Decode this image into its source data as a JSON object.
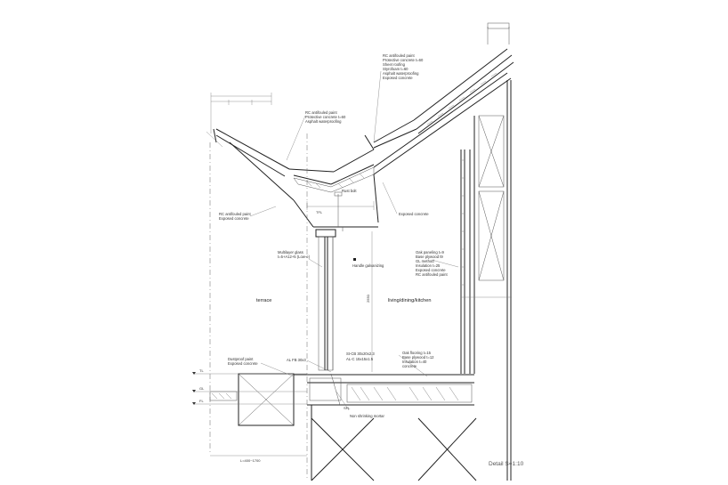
{
  "rooms": {
    "terrace": "terrace",
    "living": "living/dining/kitchen"
  },
  "notes": {
    "roof_top": [
      "RC antifouled paint",
      "Protective concrete t=60",
      "Sheet roofing",
      "Styrofoam t=60",
      "Asphalt waterproofing",
      "Exposed concrete"
    ],
    "roof_left": [
      "RC antifouled paint",
      "Protective concrete t=60",
      "Asphalt waterproofing"
    ],
    "eave_under": [
      "RC antifouled paint",
      "Exposed concrete"
    ],
    "exposed_concrete": "Exposed concrete",
    "rust_bolt": "Rust bolt",
    "glass": [
      "Multilayer glass",
      "t=5+A12+5 (Low-e)"
    ],
    "handle": "Handle galvanizing",
    "wall_right": [
      "Oak paneling t=9",
      "Base plywood t9",
      "GL method",
      "Insulation t=25",
      "Exposed concrete",
      "RC antifouled paint"
    ],
    "sill": [
      "St-CB 30x20x2.3",
      "AL-C 15x15x1.5"
    ],
    "floor_right": [
      "Oak flooring t=15",
      "Base plywood t=12",
      "Insulation t=40",
      "concrete"
    ],
    "terrace_edge": [
      "Dustproof paint",
      "Exposed concrete"
    ],
    "al_fb": "AL FB 30x3",
    "non_shrink": "Non shrinking mortar",
    "level_tl": "TL",
    "level_gl": "GL",
    "level_fl": "FL",
    "sfl": "SFL",
    "tfl": "TFL",
    "dim_2550": "2550",
    "dim_bottom": "L=400~1700"
  },
  "caption": "Detail   S=1:10"
}
